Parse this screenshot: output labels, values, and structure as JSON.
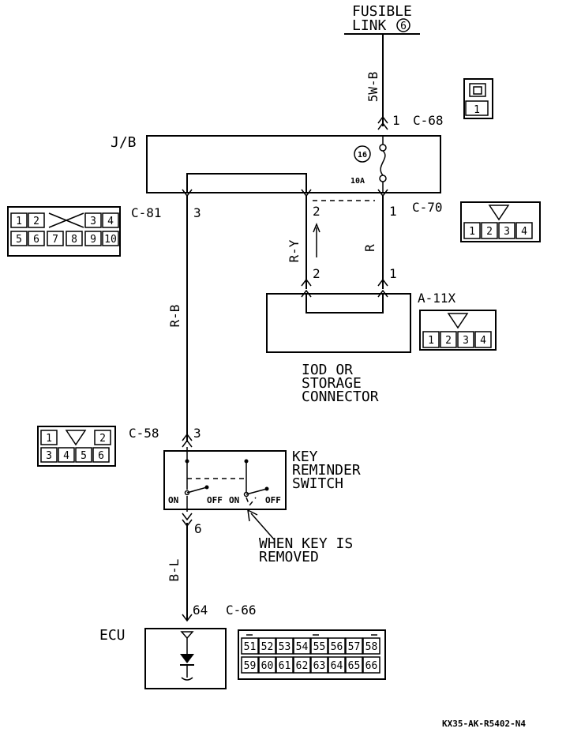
{
  "fusible_link": {
    "line1": "FUSIBLE",
    "line2": "LINK",
    "num": "6"
  },
  "wires": {
    "w1": "5W-B",
    "w2": "R-Y",
    "w3": "R",
    "w4": "R-B",
    "w5": "B-L"
  },
  "connectors": {
    "c68": {
      "id": "C-68",
      "pin": "1",
      "icon_pin": "1"
    },
    "c81": {
      "id": "C-81",
      "pin": "3",
      "pins": [
        "1",
        "2",
        "3",
        "4",
        "5",
        "6",
        "7",
        "8",
        "9",
        "10"
      ]
    },
    "c70": {
      "id": "C-70",
      "pin_r": "1",
      "pin_ry": "2",
      "pins": [
        "1",
        "2",
        "3",
        "4"
      ]
    },
    "a11x": {
      "id": "A-11X",
      "pin_ry": "2",
      "pin_r": "1",
      "pins": [
        "1",
        "2",
        "3",
        "4"
      ]
    },
    "c58": {
      "id": "C-58",
      "pin_top": "3",
      "pin_bot": "6",
      "pins": [
        "1",
        "2",
        "3",
        "4",
        "5",
        "6"
      ]
    },
    "c66": {
      "id": "C-66",
      "pin": "64",
      "pins": [
        "51",
        "52",
        "53",
        "54",
        "55",
        "56",
        "57",
        "58",
        "59",
        "60",
        "61",
        "62",
        "63",
        "64",
        "65",
        "66"
      ]
    }
  },
  "jb": {
    "label": "J/B",
    "fuse_num": "16",
    "fuse_amp": "10A"
  },
  "iod": {
    "line1": "IOD OR",
    "line2": "STORAGE",
    "line3": "CONNECTOR"
  },
  "switch": {
    "line1": "KEY",
    "line2": "REMINDER",
    "line3": "SWITCH",
    "on1": "ON",
    "off1": "OFF",
    "on2": "ON",
    "off2": "OFF"
  },
  "note": {
    "line1": "WHEN KEY IS",
    "line2": "REMOVED"
  },
  "ecu": {
    "label": "ECU"
  },
  "footer": {
    "code": "KX35-AK-R5402-N4"
  }
}
